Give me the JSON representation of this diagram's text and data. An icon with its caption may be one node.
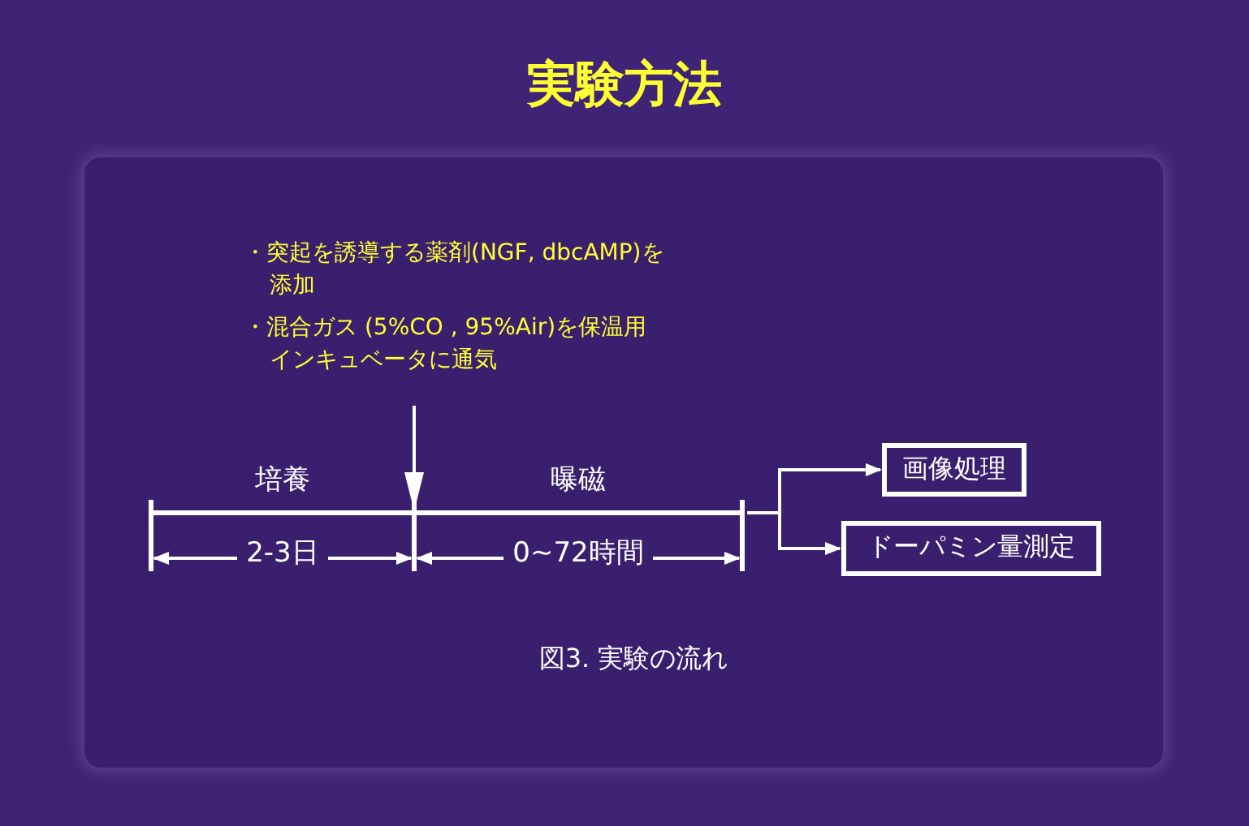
{
  "diagram": {
    "title": "実験方法",
    "caption": "図3. 実験の流れ",
    "nodes": [
      {
        "text": [
          "・突起を誘導する薬剤(NGF, dbcAMP)を添加",
          "・混合ガス (5%CO , 95%Air)を保温用インキュベータに通気"
        ]
      },
      {
        "text": [
          "培養",
          "2-3日"
        ]
      },
      {
        "text": [
          "曝磁",
          "0~72時間"
        ]
      },
      {
        "text": [
          "画像処理"
        ]
      },
      {
        "text": [
          "ドーパミン量測定"
        ]
      }
    ],
    "edges": [
      {
        "from": 0,
        "to": null,
        "arrow": "to"
      },
      {
        "from": 2,
        "to": 3,
        "arrow": "to"
      },
      {
        "from": 2,
        "to": 4,
        "arrow": "to"
      }
    ]
  }
}
